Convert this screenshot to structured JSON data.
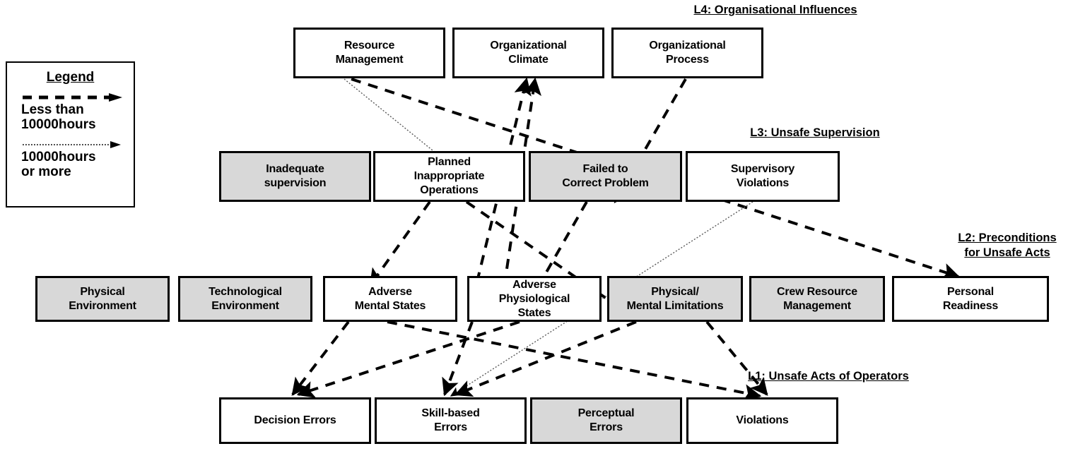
{
  "diagram": {
    "title": "HFACS framework",
    "colors": {
      "shaded_box": "#d8d8d8",
      "plain_box": "#ffffff",
      "border": "#000000",
      "thick_arrow": "#000000",
      "thin_arrow": "#5a5a5a"
    }
  },
  "legend": {
    "title": "Legend",
    "entries": [
      {
        "style": "thick-dashed",
        "label": "Less than\n10000hours"
      },
      {
        "style": "thin-dotted",
        "label": "10000hours\nor more"
      }
    ]
  },
  "levels": [
    {
      "id": "L4",
      "title": "L4: Organisational Influences"
    },
    {
      "id": "L3",
      "title": "L3: Unsafe Supervision"
    },
    {
      "id": "L2",
      "title": "L2: Preconditions\nfor Unsafe Acts"
    },
    {
      "id": "L1",
      "title": "L1: Unsafe Acts of Operators"
    }
  ],
  "nodes": {
    "L4": [
      {
        "id": "resource-management",
        "label": "Resource\nManagement",
        "shaded": false
      },
      {
        "id": "organizational-climate",
        "label": "Organizational\nClimate",
        "shaded": false
      },
      {
        "id": "organizational-process",
        "label": "Organizational\nProcess",
        "shaded": false
      }
    ],
    "L3": [
      {
        "id": "inadequate-supervision",
        "label": "Inadequate\nsupervision",
        "shaded": true
      },
      {
        "id": "planned-inappropriate-operations",
        "label": "Planned\nInappropriate\nOperations",
        "shaded": false
      },
      {
        "id": "failed-to-correct-problem",
        "label": "Failed to\nCorrect Problem",
        "shaded": true
      },
      {
        "id": "supervisory-violations",
        "label": "Supervisory\nViolations",
        "shaded": false
      }
    ],
    "L2": [
      {
        "id": "physical-environment",
        "label": "Physical\nEnvironment",
        "shaded": true
      },
      {
        "id": "technological-environment",
        "label": "Technological\nEnvironment",
        "shaded": true
      },
      {
        "id": "adverse-mental-states",
        "label": "Adverse\nMental States",
        "shaded": false
      },
      {
        "id": "adverse-physiological-states",
        "label": "Adverse\nPhysiological\nStates",
        "shaded": false
      },
      {
        "id": "physical-mental-limitations",
        "label": "Physical/\nMental Limitations",
        "shaded": true
      },
      {
        "id": "crew-resource-management",
        "label": "Crew Resource\nManagement",
        "shaded": true
      },
      {
        "id": "personal-readiness",
        "label": "Personal\nReadiness",
        "shaded": false
      }
    ],
    "L1": [
      {
        "id": "decision-errors",
        "label": "Decision Errors",
        "shaded": false
      },
      {
        "id": "skill-based-errors",
        "label": "Skill-based\nErrors",
        "shaded": false
      },
      {
        "id": "perceptual-errors",
        "label": "Perceptual\nErrors",
        "shaded": true
      },
      {
        "id": "violations",
        "label": "Violations",
        "shaded": false
      }
    ]
  },
  "edges": [
    {
      "from": "resource-management",
      "to": "planned-inappropriate-operations",
      "style": "thin-dotted"
    },
    {
      "from": "resource-management",
      "to": "personal-readiness",
      "style": "thick-dashed"
    },
    {
      "from": "adverse-mental-states",
      "to": "organizational-climate",
      "style": "thick-dashed"
    },
    {
      "from": "adverse-physiological-states",
      "to": "organizational-climate",
      "style": "thick-dashed"
    },
    {
      "from": "organizational-process",
      "to": "failed-to-correct-problem",
      "style": "thick-dashed"
    },
    {
      "from": "planned-inappropriate-operations",
      "to": "adverse-mental-states",
      "style": "thick-dashed"
    },
    {
      "from": "planned-inappropriate-operations",
      "to": "physical-mental-limitations",
      "style": "thick-dashed"
    },
    {
      "from": "failed-to-correct-problem",
      "to": "adverse-physiological-states",
      "style": "thick-dashed"
    },
    {
      "from": "supervisory-violations",
      "to": "skill-based-errors",
      "style": "thin-dotted"
    },
    {
      "from": "adverse-mental-states",
      "to": "decision-errors",
      "style": "thick-dashed"
    },
    {
      "from": "adverse-mental-states",
      "to": "violations",
      "style": "thick-dashed"
    },
    {
      "from": "adverse-physiological-states",
      "to": "decision-errors",
      "style": "thick-dashed"
    },
    {
      "from": "adverse-physiological-states",
      "to": "skill-based-errors",
      "style": "thick-dashed"
    },
    {
      "from": "physical-mental-limitations",
      "to": "skill-based-errors",
      "style": "thick-dashed"
    },
    {
      "from": "physical-mental-limitations",
      "to": "violations",
      "style": "thick-dashed"
    }
  ]
}
